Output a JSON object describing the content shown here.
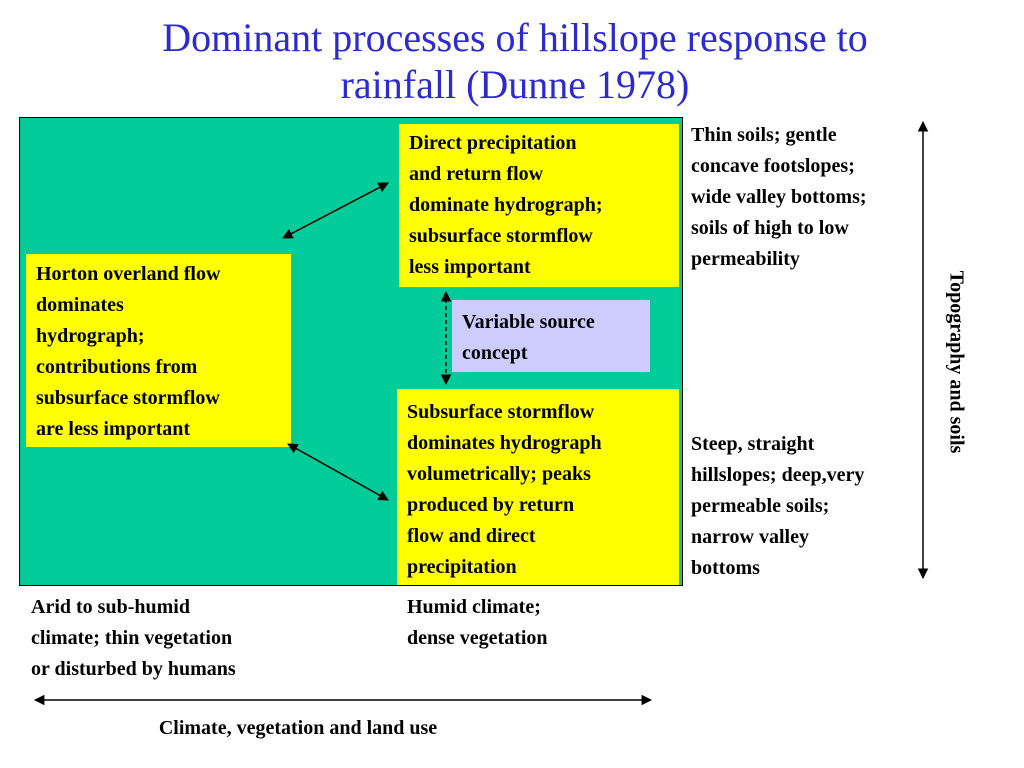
{
  "title_line1": "Dominant processes of hillslope response to",
  "title_line2": "rainfall (Dunne 1978)",
  "boxes": {
    "direct_precip": [
      "Direct precipitation",
      "and return flow",
      "dominate hydrograph;",
      "subsurface stormflow",
      "less important"
    ],
    "variable_source": [
      "Variable source",
      "concept"
    ],
    "subsurface": [
      "Subsurface stormflow",
      "dominates hydrograph",
      "volumetrically; peaks",
      "produced by return",
      "flow and direct",
      "precipitation"
    ],
    "horton": [
      "Horton overland flow",
      "dominates",
      "hydrograph;",
      "contributions from",
      "subsurface stormflow",
      "are less important"
    ]
  },
  "right_top": [
    "Thin soils; gentle",
    "concave footslopes;",
    "wide valley bottoms;",
    "soils of high to low",
    "permeability"
  ],
  "right_bottom": [
    "Steep, straight",
    "hillslopes; deep,very",
    "permeable soils;",
    "narrow valley",
    "bottoms"
  ],
  "vertical_axis_label": "Topography and soils",
  "bottom_left": [
    "Arid to sub-humid",
    "climate; thin vegetation",
    "or disturbed by humans"
  ],
  "bottom_mid": [
    "Humid climate;",
    "dense vegetation"
  ],
  "horizontal_axis_label": "Climate, vegetation and land use",
  "colors": {
    "title": "#2b2bd0",
    "panel": "#00cc99",
    "yellow_box": "#ffff00",
    "lavender_box": "#ccccff"
  }
}
